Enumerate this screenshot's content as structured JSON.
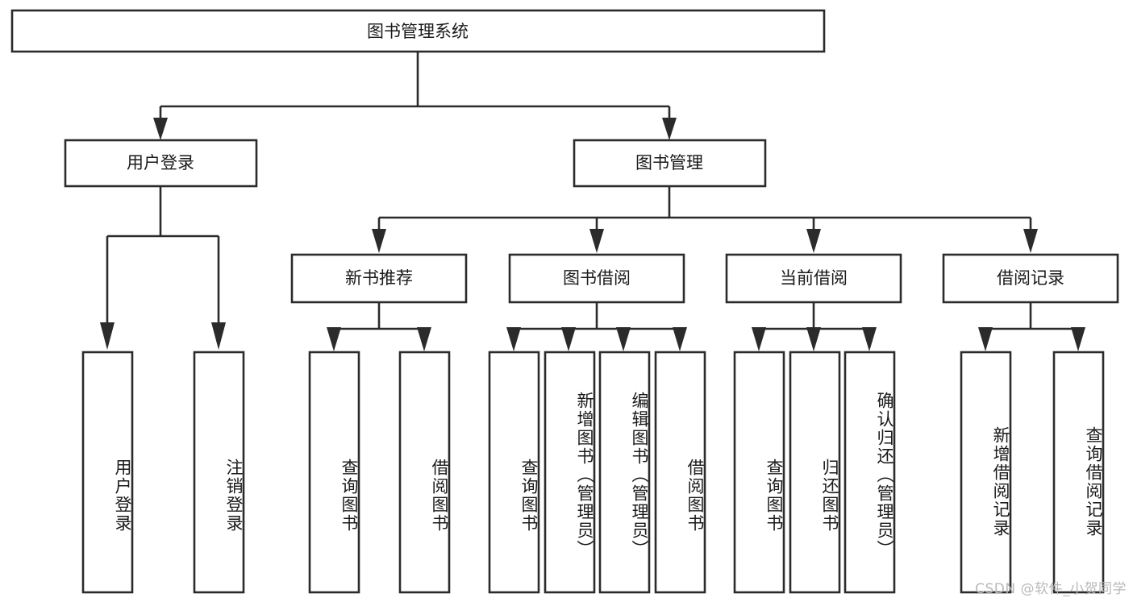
{
  "diagram": {
    "title": "图书管理系统",
    "type": "hierarchy-tree",
    "root": {
      "id": "root",
      "label": "图书管理系统",
      "orientation": "horizontal"
    },
    "level1": [
      {
        "id": "user-login",
        "label": "用户登录",
        "orientation": "horizontal"
      },
      {
        "id": "book-management",
        "label": "图书管理",
        "orientation": "horizontal"
      }
    ],
    "level2": [
      {
        "id": "new-book-recommend",
        "label": "新书推荐",
        "parent": "book-management",
        "orientation": "horizontal"
      },
      {
        "id": "book-borrow",
        "label": "图书借阅",
        "parent": "book-management",
        "orientation": "horizontal"
      },
      {
        "id": "current-borrow",
        "label": "当前借阅",
        "parent": "book-management",
        "orientation": "horizontal"
      },
      {
        "id": "borrow-record",
        "label": "借阅记录",
        "parent": "book-management",
        "orientation": "horizontal"
      }
    ],
    "leaves": [
      {
        "id": "leaf-user-login",
        "label": "用户登录",
        "parent": "user-login",
        "orientation": "vertical"
      },
      {
        "id": "leaf-logout-login",
        "label": "注销登录",
        "parent": "user-login",
        "orientation": "vertical"
      },
      {
        "id": "leaf-query-book-1",
        "label": "查询图书",
        "parent": "new-book-recommend",
        "orientation": "vertical"
      },
      {
        "id": "leaf-borrow-book-1",
        "label": "借阅图书",
        "parent": "new-book-recommend",
        "orientation": "vertical"
      },
      {
        "id": "leaf-query-book-2",
        "label": "查询图书",
        "parent": "book-borrow",
        "orientation": "vertical"
      },
      {
        "id": "leaf-add-book",
        "label": "新增图书（管理员）",
        "parent": "book-borrow",
        "orientation": "vertical"
      },
      {
        "id": "leaf-edit-book",
        "label": "编辑图书（管理员）",
        "parent": "book-borrow",
        "orientation": "vertical"
      },
      {
        "id": "leaf-borrow-book-2",
        "label": "借阅图书",
        "parent": "book-borrow",
        "orientation": "vertical"
      },
      {
        "id": "leaf-query-book-3",
        "label": "查询图书",
        "parent": "current-borrow",
        "orientation": "vertical"
      },
      {
        "id": "leaf-return-book",
        "label": "归还图书",
        "parent": "current-borrow",
        "orientation": "vertical"
      },
      {
        "id": "leaf-confirm-return",
        "label": "确认归还（管理员）",
        "parent": "current-borrow",
        "orientation": "vertical"
      },
      {
        "id": "leaf-add-record",
        "label": "新增借阅记录",
        "parent": "borrow-record",
        "orientation": "vertical"
      },
      {
        "id": "leaf-query-record",
        "label": "查询借阅记录",
        "parent": "borrow-record",
        "orientation": "vertical"
      }
    ],
    "watermark": "CSDN @软件_小贺同学",
    "colors": {
      "background": "#ffffff",
      "box_fill": "#ffffff",
      "box_stroke": "#2b2b2b",
      "connector": "#2b2b2b",
      "text": "#1a1a1a",
      "watermark": "#b9b9b9"
    }
  }
}
